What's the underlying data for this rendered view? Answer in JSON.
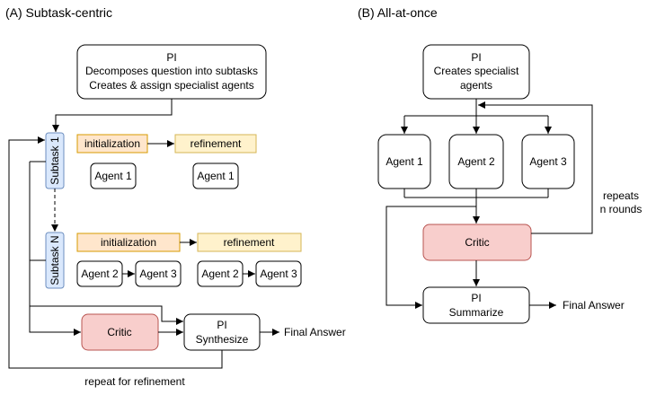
{
  "panel_a": {
    "title": "(A) Subtask-centric",
    "pi": {
      "line1": "PI",
      "line2": "Decomposes question into subtasks",
      "line3": "Creates & assign specialist agents"
    },
    "subtask_1": "Subtask 1",
    "subtask_n": "Subtask N",
    "row1": {
      "init": "initialization",
      "refine": "refinement",
      "agent_init": "Agent 1",
      "agent_refine": "Agent 1"
    },
    "row2": {
      "init": "initialization",
      "refine": "refinement",
      "agent_a": "Agent 2",
      "agent_b": "Agent 3",
      "agent_c": "Agent 2",
      "agent_d": "Agent 3"
    },
    "critic": "Critic",
    "synth": {
      "line1": "PI",
      "line2": "Synthesize"
    },
    "final_answer": "Final Answer",
    "repeat_label": "repeat for refinement"
  },
  "panel_b": {
    "title": "(B) All-at-once",
    "pi": {
      "line1": "PI",
      "line2": "Creates specialist",
      "line3": "agents"
    },
    "agent1": "Agent 1",
    "agent2": "Agent 2",
    "agent3": "Agent 3",
    "critic": "Critic",
    "summ": {
      "line1": "PI",
      "line2": "Summarize"
    },
    "final_answer": "Final Answer",
    "repeats": {
      "line1": "repeats",
      "line2": "n rounds"
    }
  }
}
